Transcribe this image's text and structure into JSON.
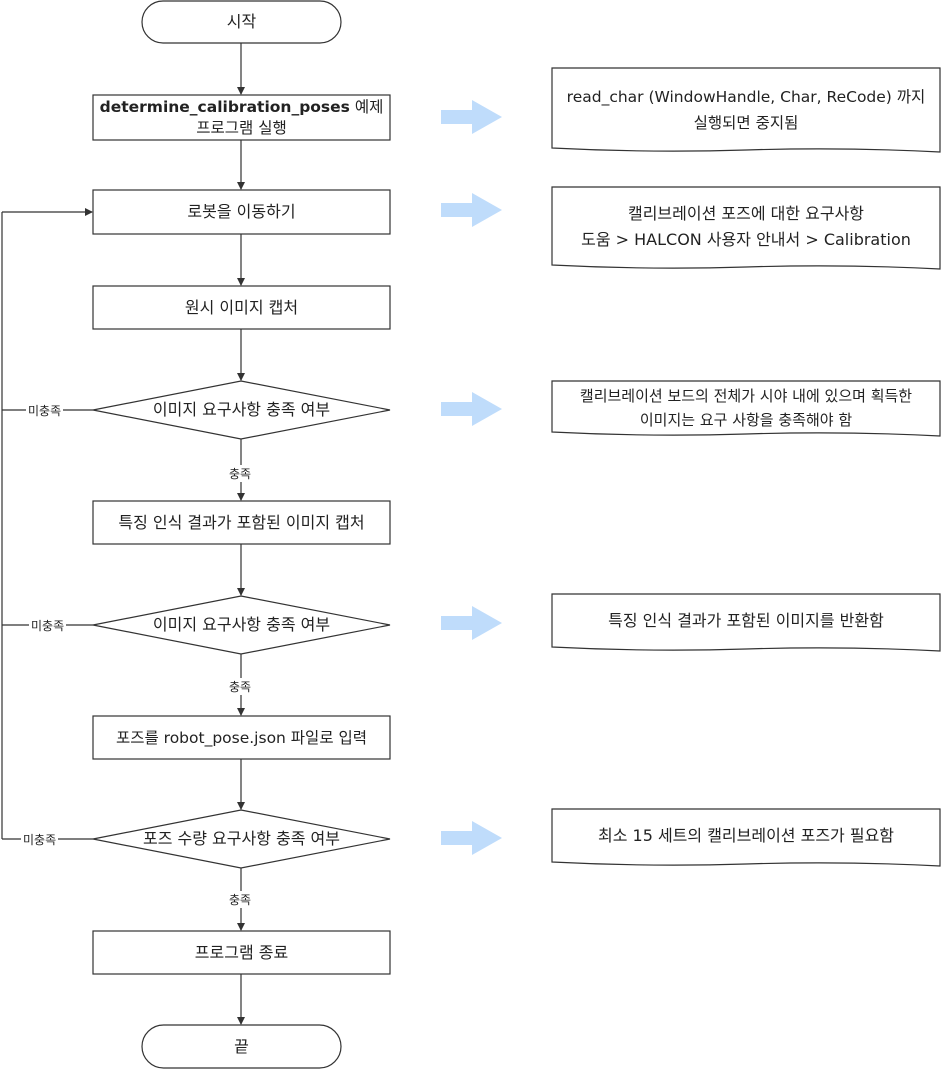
{
  "flow": {
    "start": "시작",
    "step1_line1": "determine_calibration_poses",
    "step1_line1_suffix": " 예제",
    "step1_line2": "프로그램 실행",
    "step2": "로봇을 이동하기",
    "step3": "원시 이미지 캡처",
    "decision1": "이미지 요구사항 충족 여부",
    "step4": "특징 인식 결과가 포함된 이미지 캡처",
    "decision2": "이미지 요구사항 충족 여부",
    "step5": "포즈를 robot_pose.json 파일로 입력",
    "decision3": "포즈 수량 요구사항 충족 여부",
    "step6": "프로그램 종료",
    "end": "끝"
  },
  "edges": {
    "yes1": "충족",
    "yes2": "충족",
    "yes3": "충족",
    "no1": "미충족",
    "no2": "미충족",
    "no3": "미충족"
  },
  "notes": {
    "n1_line1": "read_char (WindowHandle, Char, ReCode) 까지",
    "n1_line2": "실행되면 중지됨",
    "n2_line1": "캘리브레이션 포즈에 대한 요구사항",
    "n2_line2": "도움 > HALCON 사용자 안내서 > Calibration",
    "n3_line1": "캘리브레이션 보드의 전체가 시야 내에 있으며 획득한",
    "n3_line2": "이미지는 요구 사항을 충족해야 함",
    "n4": "특징 인식 결과가 포함된 이미지를 반환함",
    "n5": "최소 15 세트의 캘리브레이션 포즈가 필요함"
  },
  "colors": {
    "stroke": "#333333",
    "arrow_fill": "#bfdcfb"
  }
}
